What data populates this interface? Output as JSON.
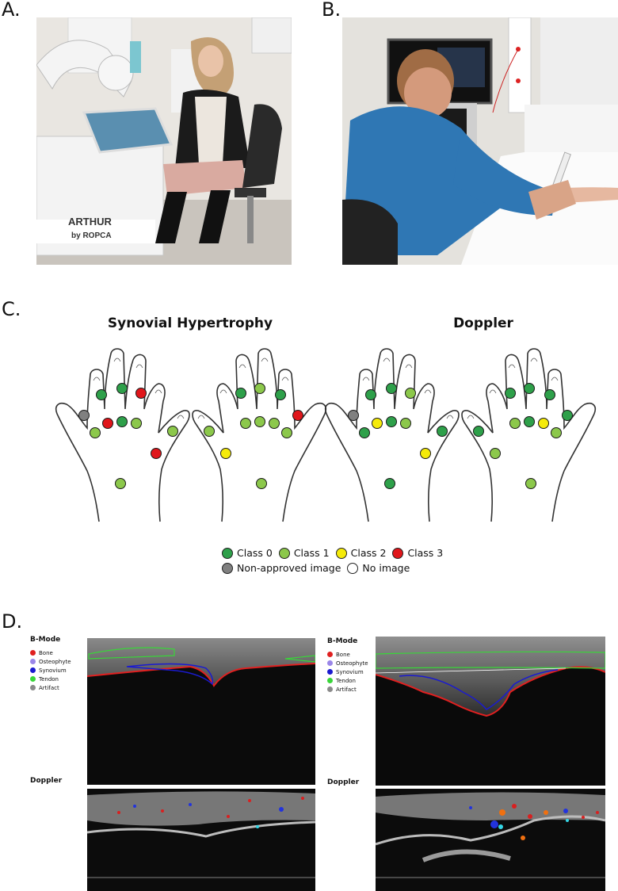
{
  "panels": {
    "a": "A.",
    "b": "B.",
    "c": "C.",
    "d": "D."
  },
  "photo_a": {
    "brand_line1": "ARTHUR",
    "brand_line2": "by ROPCA"
  },
  "titles": {
    "synovial": "Synovial Hypertrophy",
    "doppler": "Doppler"
  },
  "colors": {
    "class0": "#2ea04a",
    "class1": "#8cc84b",
    "class2": "#f5eb0a",
    "class3": "#e0161b",
    "non_approved": "#808080",
    "no_image": "#ffffff"
  },
  "legend": {
    "class0": "Class 0",
    "class1": "Class 1",
    "class2": "Class 2",
    "class3": "Class 3",
    "non_approved": "Non-approved image",
    "no_image": "No image"
  },
  "hands": [
    {
      "group": "synovial",
      "side": "right",
      "joints": {
        "d2": "class0",
        "d3": "class0",
        "d4": "class3",
        "ip1": "non_approved",
        "mcp2": "class3",
        "mcp3": "class0",
        "mcp4": "class1",
        "mcp5": "class1",
        "mcp1": "class1",
        "cmc": "class3",
        "wrist": "class1"
      }
    },
    {
      "group": "synovial",
      "side": "left",
      "joints": {
        "d2": "class0",
        "d3": "class1",
        "d4": "class0",
        "ip1": "class3",
        "mcp2": "class1",
        "mcp3": "class1",
        "mcp4": "class1",
        "mcp5": "class1",
        "mcp1": "class1",
        "cmc": "class2",
        "wrist": "class1"
      }
    },
    {
      "group": "doppler",
      "side": "right",
      "joints": {
        "d2": "class0",
        "d3": "class0",
        "d4": "class1",
        "ip1": "non_approved",
        "mcp2": "class2",
        "mcp3": "class0",
        "mcp4": "class1",
        "mcp5": "class0",
        "mcp1": "class0",
        "cmc": "class2",
        "wrist": "class0"
      }
    },
    {
      "group": "doppler",
      "side": "left",
      "joints": {
        "d2": "class0",
        "d3": "class0",
        "d4": "class0",
        "ip1": "class0",
        "mcp2": "class2",
        "mcp3": "class0",
        "mcp4": "class1",
        "mcp5": "class1",
        "mcp1": "class0",
        "cmc": "class1",
        "wrist": "class1"
      }
    }
  ],
  "ultrasound": {
    "bmode_label": "B-Mode",
    "doppler_label": "Doppler",
    "legend": [
      {
        "label": "Bone",
        "color": "#e02020"
      },
      {
        "label": "Osteophyte",
        "color": "#9a86e8"
      },
      {
        "label": "Synovium",
        "color": "#1a1ad0"
      },
      {
        "label": "Tendon",
        "color": "#39d639"
      },
      {
        "label": "Artifact",
        "color": "#8a8a8a"
      }
    ]
  }
}
